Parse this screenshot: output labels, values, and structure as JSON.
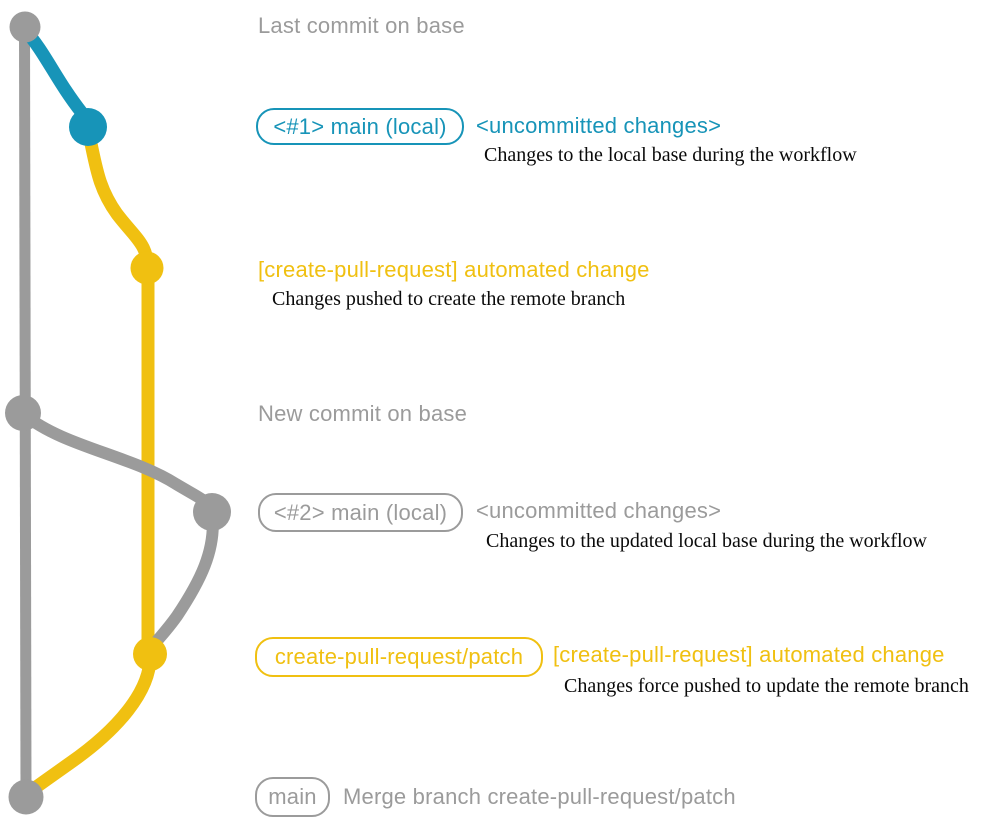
{
  "diagram": {
    "headers": {
      "last_commit": "Last commit on base",
      "new_commit": "New commit on base"
    },
    "row_main1": {
      "badge": "<#1> main (local)",
      "title": "<uncommitted changes>",
      "desc": "Changes to the local base during the workflow"
    },
    "row_push1": {
      "title": "[create-pull-request] automated change",
      "desc": "Changes pushed to create the remote branch"
    },
    "row_main2": {
      "badge": "<#2> main (local)",
      "title": "<uncommitted changes>",
      "desc": "Changes to the updated local base during the workflow"
    },
    "row_push2": {
      "badge": "create-pull-request/patch",
      "title": "[create-pull-request] automated change",
      "desc": "Changes force pushed to update the remote branch"
    },
    "row_merge": {
      "badge": "main",
      "text": "Merge branch create-pull-request/patch"
    },
    "colors": {
      "gray": "#9b9b9b",
      "blue": "#1794b8",
      "yellow": "#f0c011",
      "description_text": "#0a0a0a"
    }
  }
}
